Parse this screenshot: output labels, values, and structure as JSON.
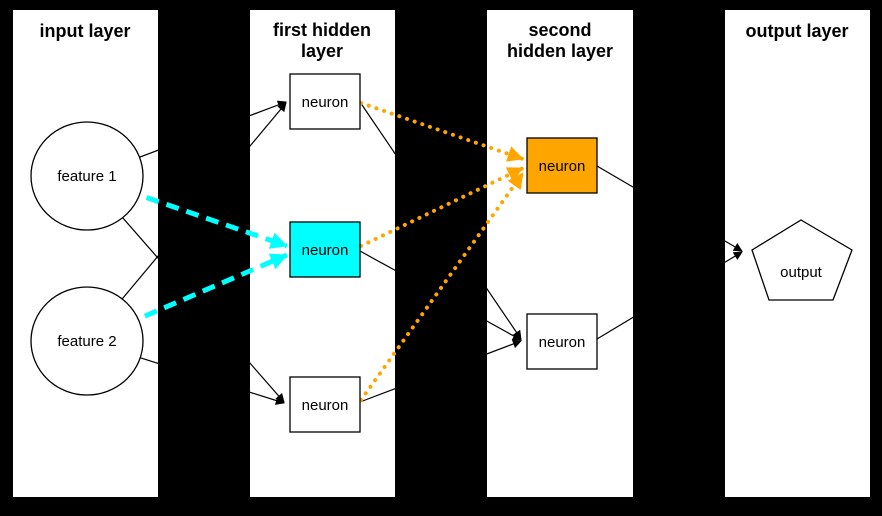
{
  "colors": {
    "background": "#000000",
    "panel": "#ffffff",
    "black": "#000000",
    "cyan": "#00ffff",
    "orange": "#ffa500"
  },
  "layers": {
    "input": {
      "title": "input layer",
      "title_line1": "input layer"
    },
    "hidden1": {
      "title": "first hidden layer",
      "title_line1": "first hidden",
      "title_line2": "layer"
    },
    "hidden2": {
      "title": "second hidden layer",
      "title_line1": "second",
      "title_line2": "hidden layer"
    },
    "output": {
      "title": "output layer",
      "title_line1": "output layer"
    }
  },
  "nodes": {
    "feature1": {
      "label": "feature 1",
      "shape": "circle",
      "fill": "#ffffff"
    },
    "feature2": {
      "label": "feature 2",
      "shape": "circle",
      "fill": "#ffffff"
    },
    "h1_top": {
      "label": "neuron",
      "shape": "rect",
      "fill": "#ffffff"
    },
    "h1_middle": {
      "label": "neuron",
      "shape": "rect",
      "fill": "#00ffff"
    },
    "h1_bottom": {
      "label": "neuron",
      "shape": "rect",
      "fill": "#ffffff"
    },
    "h2_top": {
      "label": "neuron",
      "shape": "rect",
      "fill": "#ffa500"
    },
    "h2_bottom": {
      "label": "neuron",
      "shape": "rect",
      "fill": "#ffffff"
    },
    "output": {
      "label": "output",
      "shape": "pentagon",
      "fill": "#ffffff"
    }
  },
  "edges": [
    {
      "from": "feature1",
      "to": "h1_top",
      "style": "solid",
      "color": "#000000"
    },
    {
      "from": "feature1",
      "to": "h1_middle",
      "style": "dashed",
      "color": "#00ffff"
    },
    {
      "from": "feature1",
      "to": "h1_bottom",
      "style": "solid",
      "color": "#000000"
    },
    {
      "from": "feature2",
      "to": "h1_top",
      "style": "solid",
      "color": "#000000"
    },
    {
      "from": "feature2",
      "to": "h1_middle",
      "style": "dashed",
      "color": "#00ffff"
    },
    {
      "from": "feature2",
      "to": "h1_bottom",
      "style": "solid",
      "color": "#000000"
    },
    {
      "from": "h1_top",
      "to": "h2_top",
      "style": "dotted",
      "color": "#ffa500"
    },
    {
      "from": "h1_top",
      "to": "h2_bottom",
      "style": "solid",
      "color": "#000000"
    },
    {
      "from": "h1_middle",
      "to": "h2_top",
      "style": "dotted",
      "color": "#ffa500"
    },
    {
      "from": "h1_middle",
      "to": "h2_bottom",
      "style": "solid",
      "color": "#000000"
    },
    {
      "from": "h1_bottom",
      "to": "h2_top",
      "style": "dotted",
      "color": "#ffa500"
    },
    {
      "from": "h1_bottom",
      "to": "h2_bottom",
      "style": "solid",
      "color": "#000000"
    },
    {
      "from": "h2_top",
      "to": "output",
      "style": "solid",
      "color": "#000000"
    },
    {
      "from": "h2_bottom",
      "to": "output",
      "style": "solid",
      "color": "#000000"
    }
  ]
}
